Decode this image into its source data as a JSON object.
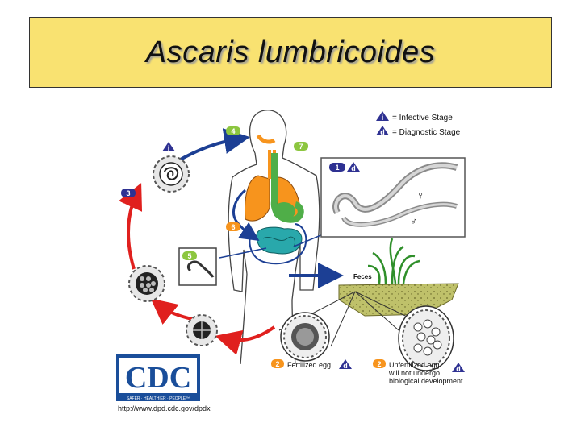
{
  "slide": {
    "title": "Ascaris lumbricoides"
  },
  "legend": {
    "infective_symbol": "i",
    "infective_label": "= Infective Stage",
    "diagnostic_symbol": "d",
    "diagnostic_label": "= Diagnostic Stage"
  },
  "steps": {
    "s1": "1",
    "s2": "2",
    "s3": "3",
    "s4": "4",
    "s5": "5",
    "s6": "6",
    "s7": "7"
  },
  "symbols": {
    "infective": "i",
    "diagnostic": "d",
    "female": "♀",
    "male": "♂"
  },
  "labels": {
    "feces": "Feces",
    "fertilized_egg": "Fertilized egg",
    "unfertilized_line1": "Unfertilized egg",
    "unfertilized_line2": "will not undergo",
    "unfertilized_line3": "biological development."
  },
  "logo": {
    "text": "CDC",
    "tagline": "SAFER · HEALTHIER · PEOPLE™",
    "url": "http://www.dpd.cdc.gov/dpdx"
  },
  "colors": {
    "title_bg": "#f9e271",
    "blue_arrow": "#1c3f94",
    "red_arrow": "#e0201e",
    "badge_green": "#8cc63f",
    "badge_orange": "#f7941d",
    "badge_navy": "#2e3192",
    "lung_orange": "#f7941d",
    "stomach_green": "#4fae48",
    "intestine_teal": "#29a8ab"
  }
}
